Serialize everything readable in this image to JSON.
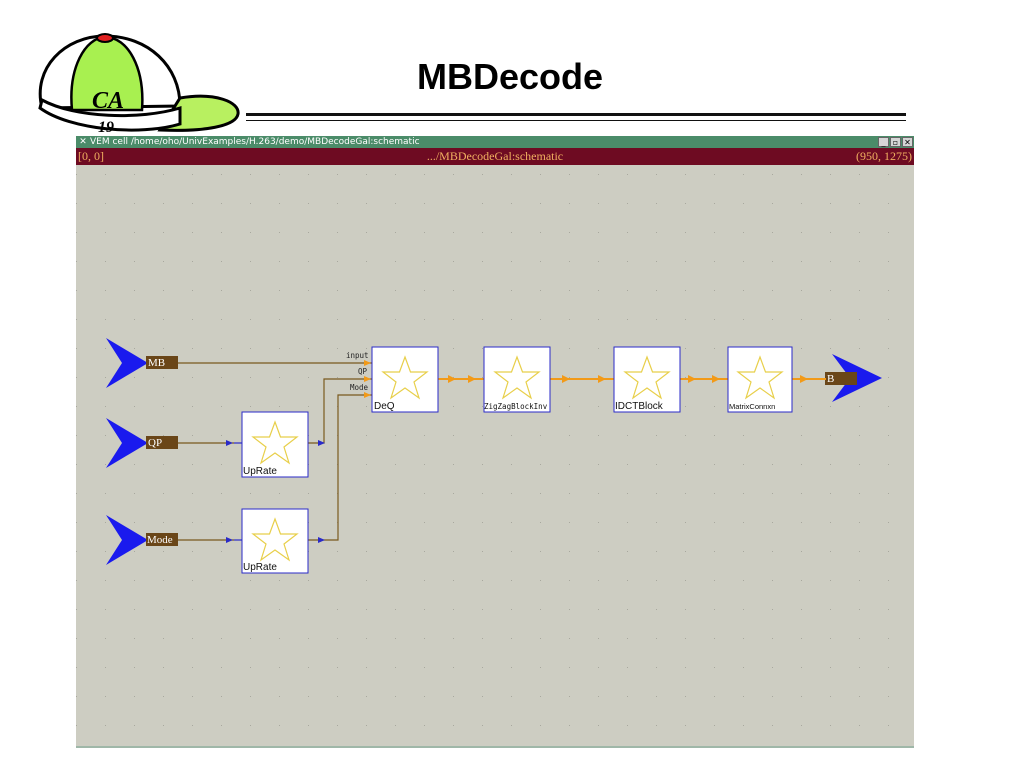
{
  "page": {
    "title": "MBDecode",
    "logo_text": "CA",
    "logo_subtext": "19"
  },
  "window": {
    "title": "VEM cell /home/oho/UnivExamples/H.263/demo/MBDecodeGal:schematic",
    "buttons": {
      "minimize": "_",
      "maximize": "▫",
      "close": "✕"
    },
    "status": {
      "left": "[0, 0]",
      "center": ".../MBDecodeGal:schematic",
      "right": "(950, 1275)"
    }
  },
  "schematic": {
    "inputs": {
      "mb": "MB",
      "qp": "QP",
      "mode": "Mode"
    },
    "output": {
      "b": "B"
    },
    "blocks": {
      "uprate_qp": "UpRate",
      "uprate_mode": "UpRate",
      "deq": "DeQ",
      "zigzag": "ZigZagBlockInv",
      "idct": "IDCTBlock",
      "matrix": "MatrixConnxn"
    },
    "ports": {
      "input": "input",
      "qp": "QP",
      "mode": "Mode"
    }
  },
  "colors": {
    "canvas": "#cdcdc2",
    "titlebar": "#4b8c69",
    "statusbar": "#6e0b22",
    "status_text": "#f0b060",
    "arrow_blue": "#1a1aee",
    "wire_brown": "#7a5a1e",
    "wire_orange": "#f29a18",
    "block_border": "#2a2ac8",
    "star": "#e8cf4a",
    "cap_green": "#a8f050",
    "cap_band": "#b8f060"
  }
}
